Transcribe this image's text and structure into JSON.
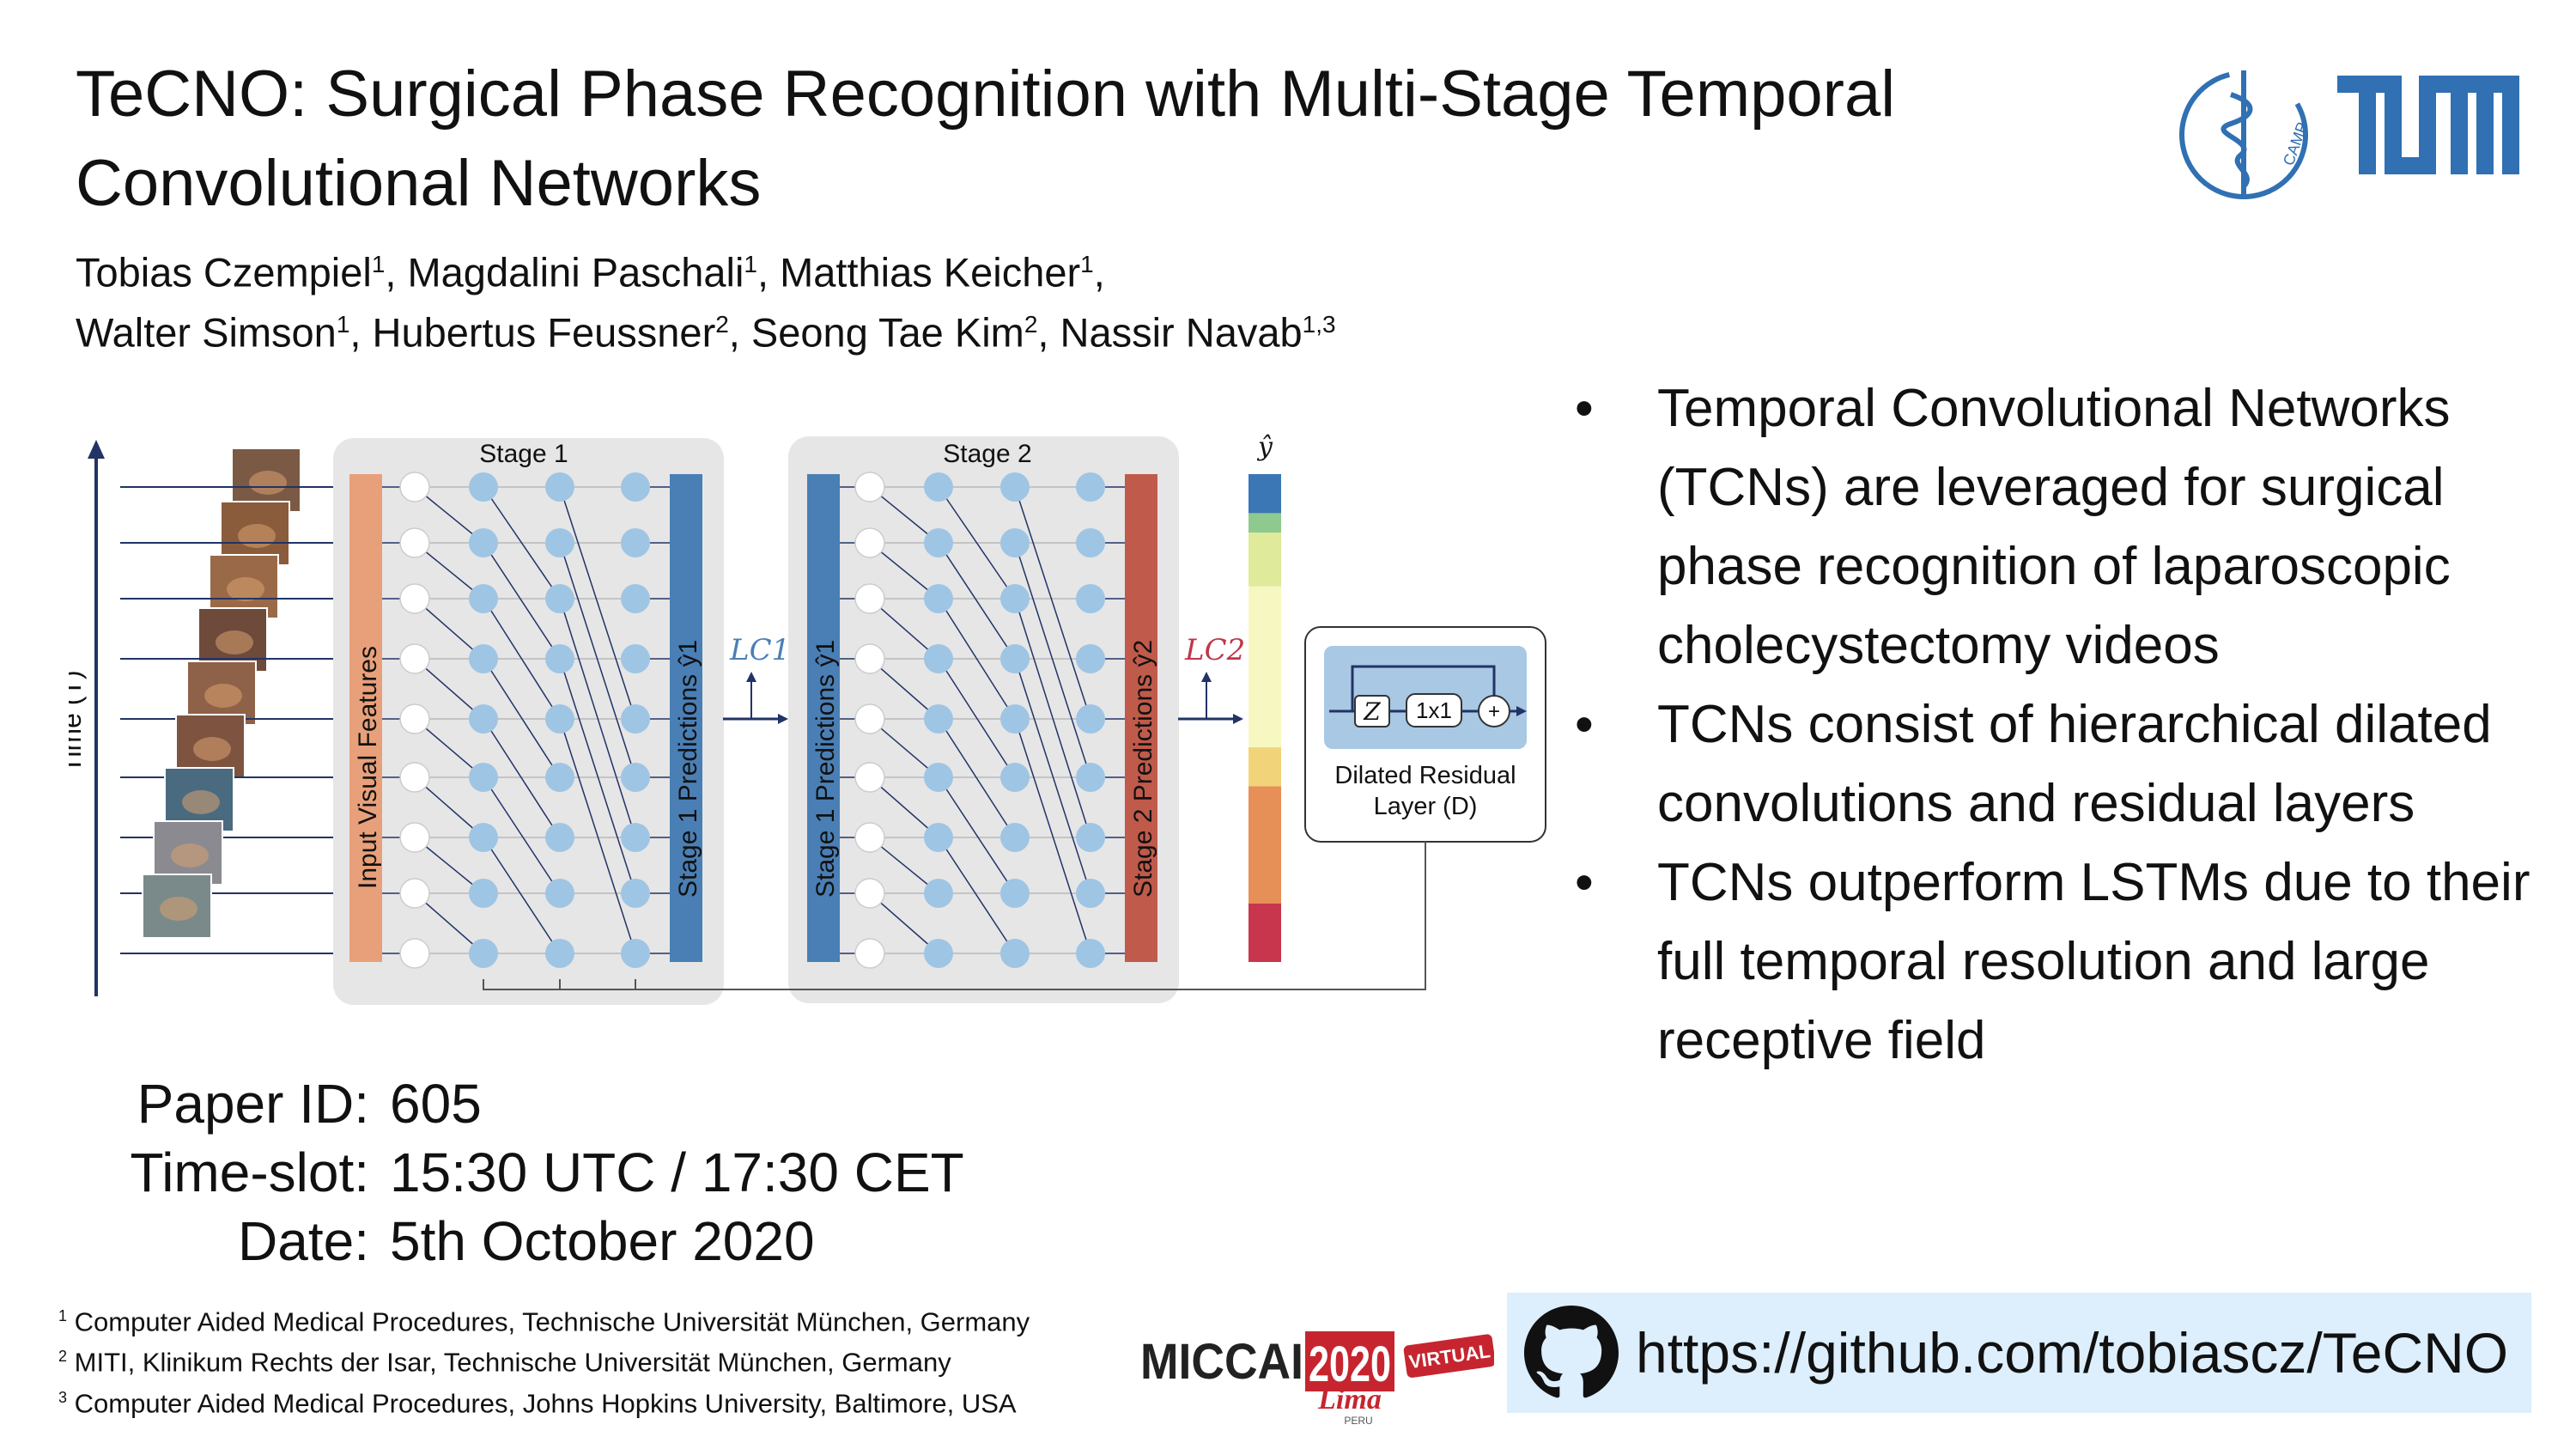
{
  "title": "TeCNO: Surgical Phase Recognition with Multi-Stage Temporal Convolutional Networks",
  "authors": [
    {
      "name": "Tobias Czempiel",
      "aff": "1"
    },
    {
      "name": "Magdalini Paschali",
      "aff": "1"
    },
    {
      "name": "Matthias Keicher",
      "aff": "1"
    },
    {
      "name": "Walter Simson",
      "aff": "1"
    },
    {
      "name": "Hubertus Feussner",
      "aff": "2"
    },
    {
      "name": "Seong Tae Kim",
      "aff": "2"
    },
    {
      "name": "Nassir Navab",
      "aff": "1,3"
    }
  ],
  "figure": {
    "time_axis": "Time (T)",
    "stage1_label": "Stage 1",
    "stage2_label": "Stage 2",
    "input_features": "Input Visual Features",
    "stage1_predictions": "Stage 1 Predictions ŷ1",
    "stage2_predictions": "Stage 2 Predictions ŷ2",
    "loss1": "LC1",
    "loss2": "LC2",
    "yhat": "ŷ",
    "residual_z": "Z",
    "residual_conv": "1x1",
    "residual_plus": "+",
    "residual_caption_1": "Dilated Residual",
    "residual_caption_2": "Layer (D)",
    "phase_colors": [
      "#3b77b5",
      "#8ec98f",
      "#dfea9b",
      "#f7f7c2",
      "#f1d479",
      "#e68f57",
      "#c8364d"
    ],
    "phase_fractions": [
      0.08,
      0.04,
      0.11,
      0.33,
      0.08,
      0.24,
      0.12
    ]
  },
  "bullets": [
    "Temporal Convolutional Networks (TCNs) are leveraged for surgical phase recognition of laparoscopic cholecystectomy videos",
    "TCNs consist of hierarchical dilated convolutions and residual layers",
    "TCNs outperform LSTMs due to their full temporal resolution and large receptive field"
  ],
  "meta": {
    "paper_id_label": "Paper ID:",
    "paper_id": "605",
    "timeslot_label": "Time-slot:",
    "timeslot": "15:30 UTC / 17:30 CET",
    "date_label": "Date:",
    "date": "5th October 2020"
  },
  "footnotes": [
    {
      "num": "1",
      "text": "Computer Aided Medical Procedures, Technische Universität München, Germany"
    },
    {
      "num": "2",
      "text": "MITI, Klinikum Rechts der Isar, Technische Universität München, Germany"
    },
    {
      "num": "3",
      "text": "Computer Aided Medical Procedures, Johns Hopkins University, Baltimore, USA"
    }
  ],
  "logos": {
    "camp": "CAMP",
    "tum": "TUM",
    "miccai": "MICCAI",
    "miccai_year": "2020",
    "miccai_city": "Lima",
    "miccai_country": "PERU",
    "miccai_virtual": "VIRTUAL"
  },
  "github_url": "https://github.com/tobiascz/TeCNO",
  "colors": {
    "tum_blue": "#3070b3",
    "input_bar": "#e8a07a",
    "pred1_bar": "#4a7fb5",
    "pred2_bar": "#c05a4a",
    "node": "#9fc5e4",
    "stage_bg": "#e6e6e6",
    "github_box": "#ddeefc"
  }
}
